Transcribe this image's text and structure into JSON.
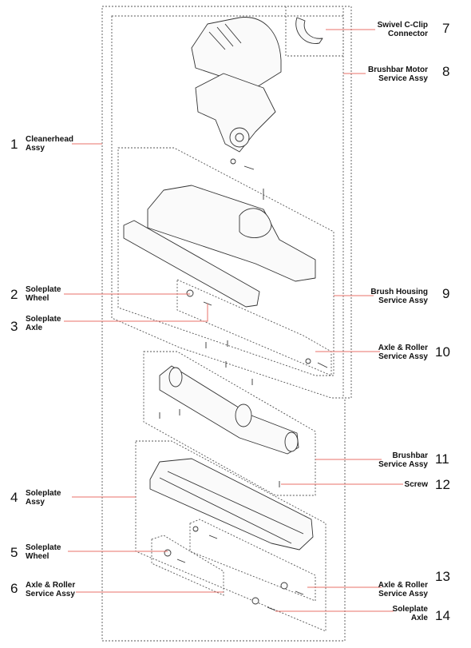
{
  "parts": [
    {
      "number": "1",
      "lines": [
        "Cleanerhead",
        "Assy"
      ]
    },
    {
      "number": "2",
      "lines": [
        "Soleplate",
        "Wheel"
      ]
    },
    {
      "number": "3",
      "lines": [
        "Soleplate",
        "Axle"
      ]
    },
    {
      "number": "4",
      "lines": [
        "Soleplate",
        "Assy"
      ]
    },
    {
      "number": "5",
      "lines": [
        "Soleplate",
        "Wheel"
      ]
    },
    {
      "number": "6",
      "lines": [
        "Axle & Roller",
        "Service Assy"
      ]
    },
    {
      "number": "7",
      "lines": [
        "Swivel C-Clip",
        "Connector"
      ]
    },
    {
      "number": "8",
      "lines": [
        "Brushbar Motor",
        "Service Assy"
      ]
    },
    {
      "number": "9",
      "lines": [
        "Brush Housing",
        "Service Assy"
      ]
    },
    {
      "number": "10",
      "lines": [
        "Axle & Roller",
        "Service Assy"
      ]
    },
    {
      "number": "11",
      "lines": [
        "Brushbar",
        "Service Assy"
      ]
    },
    {
      "number": "12",
      "lines": [
        "Screw"
      ]
    },
    {
      "number": "13",
      "lines": [
        "Axle & Roller",
        "Service Assy"
      ]
    },
    {
      "number": "14",
      "lines": [
        "Soleplate",
        "Axle"
      ]
    }
  ],
  "colors": {
    "leader": "#e8726a",
    "outline": "#555555",
    "part_line": "#333333"
  }
}
